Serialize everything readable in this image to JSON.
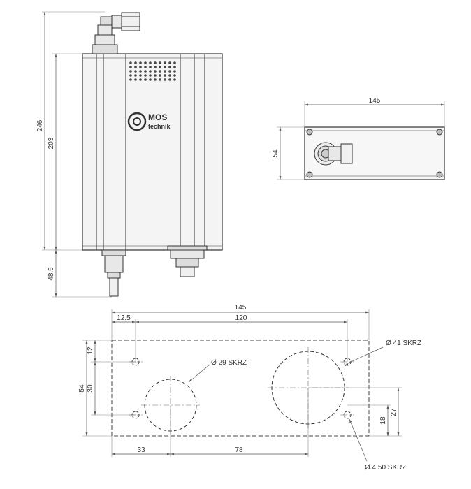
{
  "colors": {
    "line": "#333333",
    "thin": "#666666",
    "dash": "#555555",
    "body_fill": "#f4f4f4",
    "logo": "#333333"
  },
  "logo": {
    "brand": "MOS",
    "sub": "technik"
  },
  "side_view": {
    "dim_total_height": "246",
    "dim_body_height": "203",
    "dim_bottom": "48.5"
  },
  "top_view": {
    "dim_width": "145",
    "dim_depth": "54"
  },
  "mount_plate": {
    "dim_width": "145",
    "dim_hole_spacing": "120",
    "dim_edge_offset": "12.5",
    "dim_height": "54",
    "dim_top_offset": "12",
    "dim_vertical_spacing": "30",
    "dim_left_center": "33",
    "dim_center_spacing": "78",
    "dim_right_27": "27",
    "dim_right_18": "18",
    "label_large_hole": "Ø 41 SKRZ",
    "label_medium_hole": "Ø 29 SKRZ",
    "label_small_hole": "Ø 4.50 SKRZ"
  }
}
